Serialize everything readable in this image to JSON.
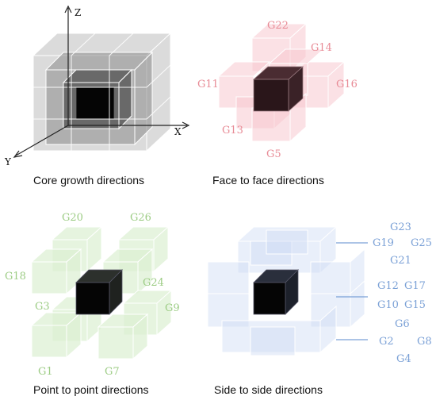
{
  "colors": {
    "core_fill": "#0a0a0a",
    "core_gray": "#444444",
    "face": "#e88b96",
    "face_fill": "#f7c9cf",
    "point": "#9ccc84",
    "point_fill": "#dcefd2",
    "side": "#7aa0d6",
    "side_fill": "#cfdcf3"
  },
  "panels": {
    "core": {
      "caption": "Core growth directions",
      "axis_z": "Z",
      "axis_x": "X",
      "axis_y": "Y"
    },
    "face": {
      "caption": "Face to face directions",
      "labels": [
        "G22",
        "G14",
        "G11",
        "G16",
        "G13",
        "G5"
      ]
    },
    "point": {
      "caption": "Point to point directions",
      "labels": [
        "G20",
        "G26",
        "G18",
        "G24",
        "G3",
        "G9",
        "G1",
        "G7"
      ]
    },
    "side": {
      "caption": "Side to side directions",
      "labels": [
        "G23",
        "G19",
        "G25",
        "G21",
        "G12",
        "G17",
        "G10",
        "G15",
        "G6",
        "G2",
        "G8",
        "G4"
      ]
    }
  }
}
